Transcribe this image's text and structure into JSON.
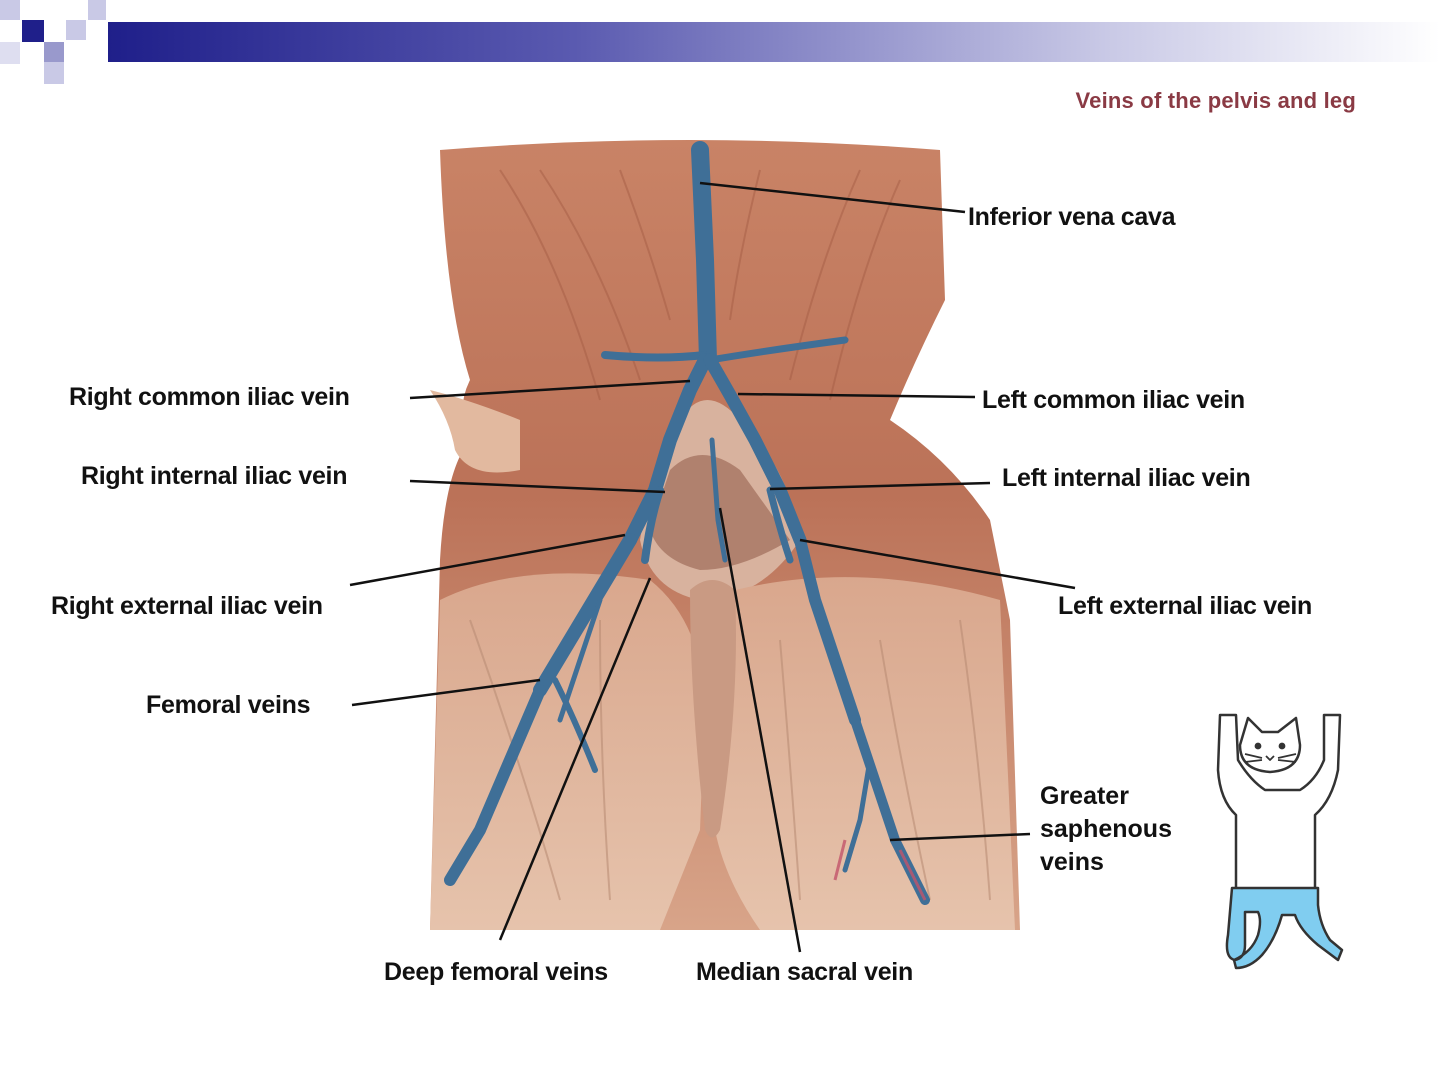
{
  "title": "Veins of the pelvis and leg",
  "colors": {
    "title": "#8a3a44",
    "header_dark": "#1f1f8a",
    "header_mid": "#5a5ab0",
    "header_light": "#c9c9e6",
    "vein": "#3f6f97",
    "tissue": "#c98a6b",
    "leg_highlight": "#80cdf0"
  },
  "labels": {
    "inferior_vena_cava": "Inferior vena cava",
    "right_common_iliac": "Right common iliac vein",
    "left_common_iliac": "Left common iliac vein",
    "right_internal_iliac": "Right internal iliac vein",
    "left_internal_iliac": "Left internal iliac vein",
    "right_external_iliac": "Right external iliac vein",
    "left_external_iliac": "Left external iliac vein",
    "femoral": "Femoral veins",
    "greater_saphenous": [
      "Greater",
      "saphenous",
      "veins"
    ],
    "deep_femoral": "Deep femoral veins",
    "median_sacral": "Median sacral vein"
  }
}
